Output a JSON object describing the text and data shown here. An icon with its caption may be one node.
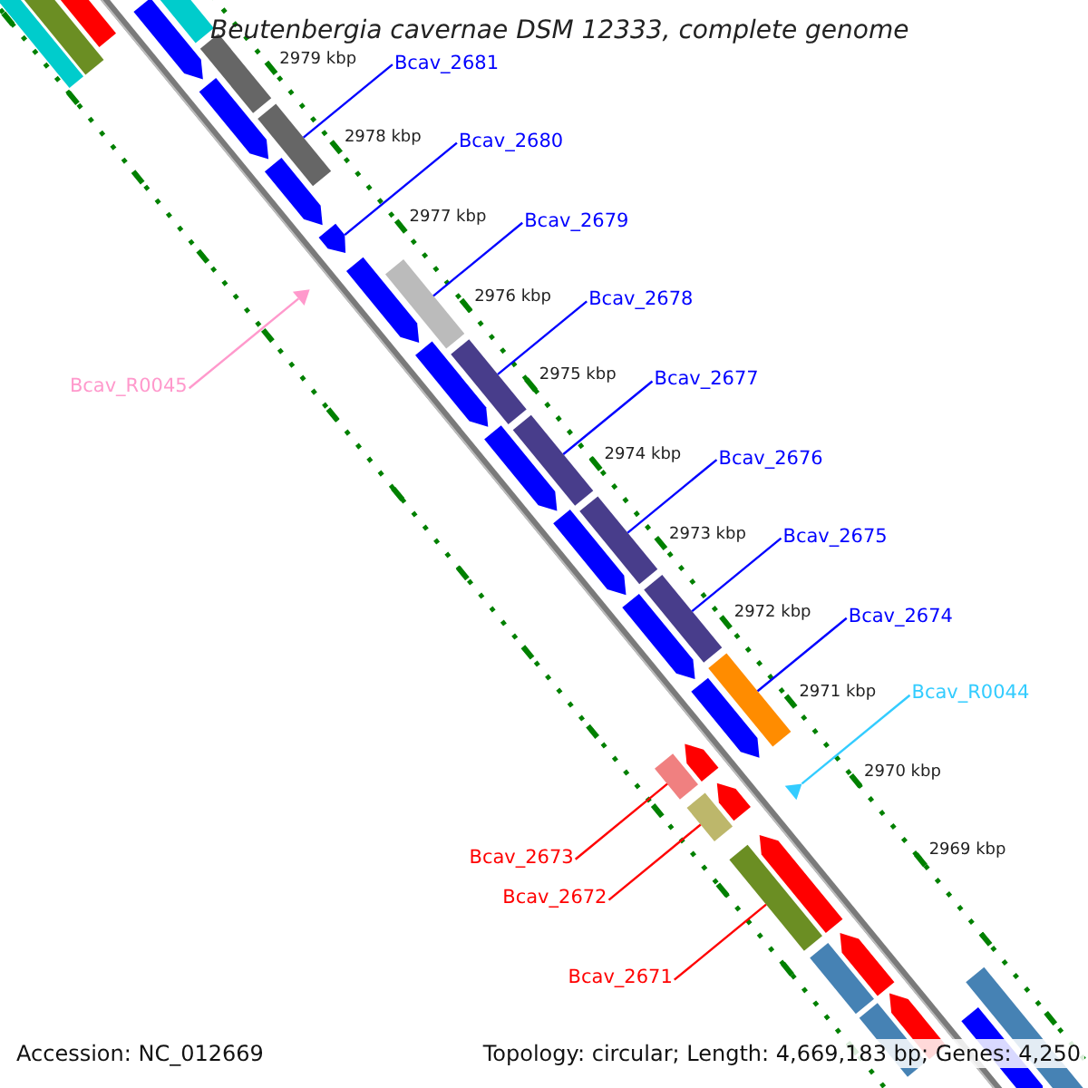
{
  "diagram": {
    "title": "Beutenbergia cavernae DSM 12333, complete genome",
    "nodes": [
      {
        "text": [
          "Bcav_2681"
        ]
      },
      {
        "text": [
          "Bcav_2680"
        ]
      },
      {
        "text": [
          "Bcav_2679"
        ]
      },
      {
        "text": [
          "Bcav_2678"
        ]
      },
      {
        "text": [
          "Bcav_2677"
        ]
      },
      {
        "text": [
          "Bcav_R0045"
        ]
      },
      {
        "text": [
          "Bcav_2676"
        ]
      },
      {
        "text": [
          "Bcav_2675"
        ]
      },
      {
        "text": [
          "Bcav_2674"
        ]
      },
      {
        "text": [
          "Bcav_R0044"
        ]
      },
      {
        "text": [
          "Bcav_2673"
        ]
      },
      {
        "text": [
          "Bcav_2672"
        ]
      },
      {
        "text": [
          "Bcav_2671"
        ]
      },
      {
        "text": [],
        "shape": "bar"
      },
      {
        "text": [],
        "shape": "block"
      },
      {
        "text": [],
        "shape": "bar"
      },
      {
        "text": [],
        "shape": "triangle"
      },
      {
        "text": [],
        "shape": "bar"
      },
      {
        "text": [],
        "shape": "bar"
      },
      {
        "text": [],
        "shape": "bar"
      },
      {
        "text": [],
        "shape": "bar"
      },
      {
        "text": [],
        "shape": "bar"
      },
      {
        "text": [],
        "shape": "bar"
      },
      {
        "text": [],
        "shape": "triangle"
      },
      {
        "text": [],
        "shape": "bar"
      },
      {
        "text": [],
        "shape": "bar"
      },
      {
        "text": [],
        "shape": "bar"
      }
    ],
    "edges": [
      {
        "from": 0,
        "to": 13,
        "arrow": "none"
      },
      {
        "from": 1,
        "to": 14,
        "arrow": "none"
      },
      {
        "from": 2,
        "to": 15,
        "arrow": "none"
      },
      {
        "from": 3,
        "to": 17,
        "arrow": "none"
      },
      {
        "from": 4,
        "to": 18,
        "arrow": "none"
      },
      {
        "from": 5,
        "to": 16,
        "arrow": "none",
        "color": "#ff99cc"
      },
      {
        "from": 6,
        "to": 19,
        "arrow": "none"
      },
      {
        "from": 7,
        "to": 20,
        "arrow": "none"
      },
      {
        "from": 8,
        "to": 21,
        "arrow": "none"
      },
      {
        "from": 9,
        "to": 23,
        "arrow": "none",
        "color": "#33ccff"
      },
      {
        "from": 10,
        "to": 22,
        "arrow": "none",
        "color": "#ff0000"
      },
      {
        "from": 11,
        "to": 24,
        "arrow": "none",
        "color": "#ff0000"
      },
      {
        "from": 12,
        "to": 25,
        "arrow": "none",
        "color": "#ff0000"
      }
    ],
    "labels": [
      "2979 kbp",
      "2978 kbp",
      "2977 kbp",
      "2976 kbp",
      "2975 kbp",
      "2974 kbp",
      "2973 kbp",
      "2972 kbp",
      "2971 kbp",
      "2970 kbp",
      "2969 kbp",
      "Accession: NC_012669",
      "Topology: circular; Length: 4,669,183 bp; Genes: 4,250"
    ]
  }
}
